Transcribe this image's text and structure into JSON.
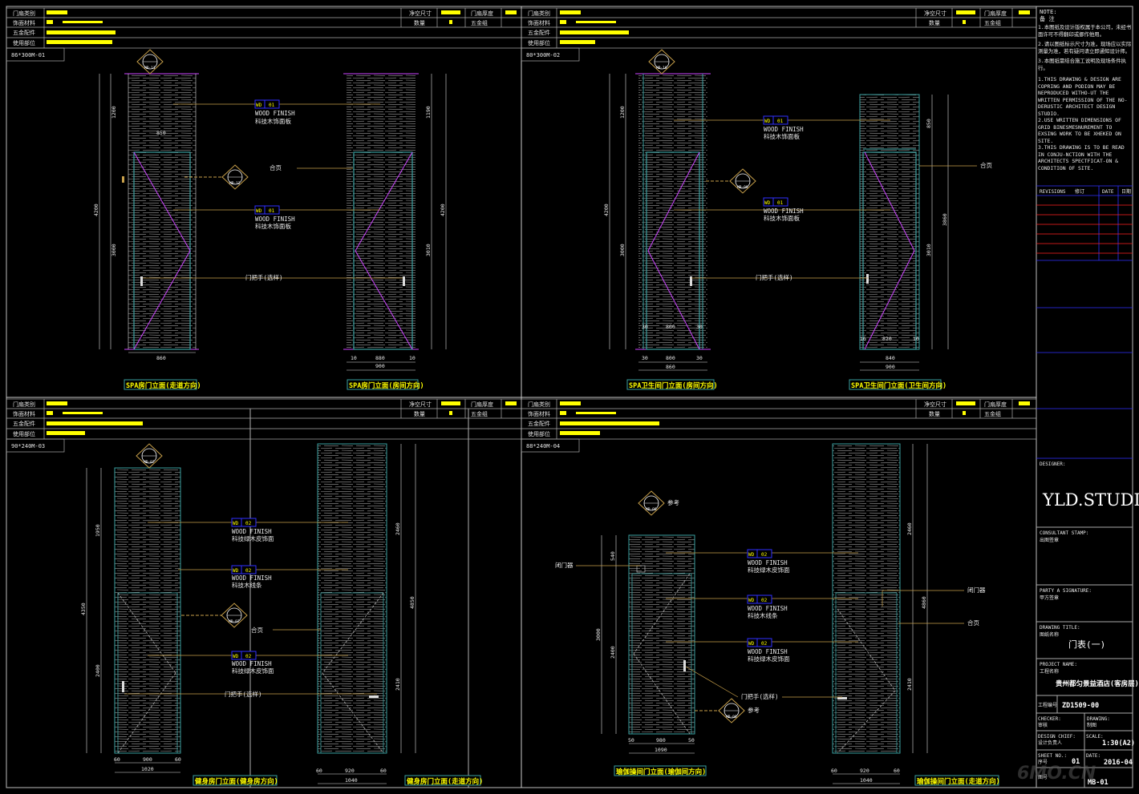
{
  "header": {
    "field_door_type": "门扇类别",
    "field_face_material": "饰面材料",
    "field_hardware": "五金配件",
    "field_location": "使用部位",
    "field_net_size": "净空尺寸",
    "field_thickness": "门扇厚度",
    "field_quantity": "数量",
    "field_hw_group": "五金组"
  },
  "panels": [
    {
      "code": "86*300M-01",
      "titles": [
        "SPA房门立面(走道方向)",
        "SPA房门立面(房间方向)"
      ]
    },
    {
      "code": "80*300M-02",
      "titles": [
        "SPA卫生间门立面(房间方向)",
        "SPA卫生间门立面(卫生间方向)"
      ]
    },
    {
      "code": "90*240M-03",
      "titles": [
        "健身房门立面(健身房方向)",
        "健身房门立面(走道方向)"
      ]
    },
    {
      "code": "88*240M-04",
      "titles": [
        "瑜伽操间门立面(瑜伽间方向)",
        "瑜伽操间门立面(走道方向)"
      ]
    }
  ],
  "tags": {
    "wd01": "01",
    "wd02": "02",
    "wd_prefix": "WD",
    "wood_finish": "WOOD FINISH",
    "wood_finish_cn1": "科技木饰面板",
    "wood_finish_cn2": "科技绿木皮饰面",
    "wood_finish_cn3": "科技木线条",
    "hinge": "合页",
    "handle": "门把手(选样)",
    "closer": "闭门器",
    "ref": "参考"
  },
  "dims": {
    "p1": {
      "h_total": "4200",
      "h_top": "1200",
      "h_door": "3000",
      "w_top": "850",
      "w_bottom": "860",
      "r_top": "1190",
      "r_door": "3010",
      "r_total": "4200",
      "r_w": "880",
      "r_w_total": "900",
      "r_side": "10"
    },
    "p2": {
      "h_total": "4200",
      "h_top": "1200",
      "h_door": "3000",
      "w_mid": "800",
      "w_bottom": "800",
      "w_total": "860",
      "side": "30",
      "r_top": "850",
      "r_door": "3010",
      "r_total": "3860",
      "r_w": "820",
      "r_w2": "840",
      "r_w_total": "900",
      "r_side": "10"
    },
    "p3": {
      "h_total": "4350",
      "h_top": "1950",
      "h_door": "2400",
      "w": "900",
      "w_total": "1020",
      "r_top": "2460",
      "r_door": "2410",
      "r_total": "4850",
      "r_w": "920",
      "r_w_total": "1040",
      "side": "60",
      "r_side": "60"
    },
    "p4": {
      "h_total": "3000",
      "h_top": "540",
      "h_door": "2400",
      "w": "980",
      "w_total": "1090",
      "side": "50",
      "r_top": "2460",
      "r_door": "2410",
      "r_total": "4860",
      "r_w": "920",
      "r_w_total": "1040",
      "r_side": "60"
    }
  },
  "notes": {
    "heading": "NOTE:",
    "heading_cn": "备 注",
    "cn1": "1.本图纸及设计版权属于本公司，未经书面许可不得翻印或挪作他用。",
    "cn2": "2.请以图纸标示尺寸为准，现场应以实际测量为准，若有疑问请立即通知设计师。",
    "cn3": "3.本图纸需结合施工说明及现场条件执行。",
    "en1": "1.THIS DRAWING & DESIGN ARE COPRING AND PODION MAY BE NEPRODUCED WITHO-UT THE WRITTEN PERMISSION OF THE NO-DERUSTIC ARCHITECT DESIGN STUDIO.",
    "en2": "2.USE WRITTEN DIMENSIONS OF GRID BINESMESNUREMENT TO EXSING WORK TO BE XHEKED ON SITE.",
    "en3": "3.THIS DRAWING IS TO BE READ IN CONJU-NCTION WITH THE ARCHITECTS SPECTFICAT-ON & CONDITION OF SITE."
  },
  "titleblock": {
    "revisions": "REVISIONS",
    "revisions_cn": "修订",
    "date": "DATE",
    "date_cn": "日期",
    "designer": "DESIGNER:",
    "studio": "YLD.STUDIO",
    "consult": "CONSULTANT STAMP:",
    "consult_cn": "出图签章",
    "party": "PARTY A SIGNATURE:",
    "party_cn": "甲方签章",
    "drawing_title": "DRAWING TITLE:",
    "drawing_title_cn": "图纸名称",
    "drawing_name": "门表(一)",
    "project": "PROJECT NAME:",
    "project_cn": "工程名称",
    "project_name": "贵州都匀景益酒店(客房层)",
    "project_no_label": "工程编号",
    "project_no": "ZD1509-00",
    "checker": "CHECKER:",
    "checker_cn": "审核",
    "drawing": "DRAWING:",
    "drawing_cn": "制图",
    "design_chief": "DESIGN CHIEF:",
    "design_chief_cn": "设计负责人",
    "scale_label": "SCALE:",
    "scale": "1:30(A2)",
    "sheet_no_label": "SHEET NO.:",
    "sheet_no_cn": "序号",
    "sheet_no": "01",
    "date_label": "DATE:",
    "date_value": "2016-04",
    "drawing_no": "图号",
    "drawing_code": "MB-01"
  },
  "symbols": {
    "s1": "MB-11",
    "s2": "MB-12",
    "s3": "MB-10",
    "s4": "MB-09",
    "s5": "MB-07",
    "s6": "MB-08"
  },
  "watermark": "6MO.CN",
  "colors": {
    "yellow": "#ffff00",
    "teal": "#3aa0a0",
    "magenta": "#cc44ff",
    "orange": "#c8a04a",
    "red": "#ff2020",
    "blue": "#3030ff"
  }
}
